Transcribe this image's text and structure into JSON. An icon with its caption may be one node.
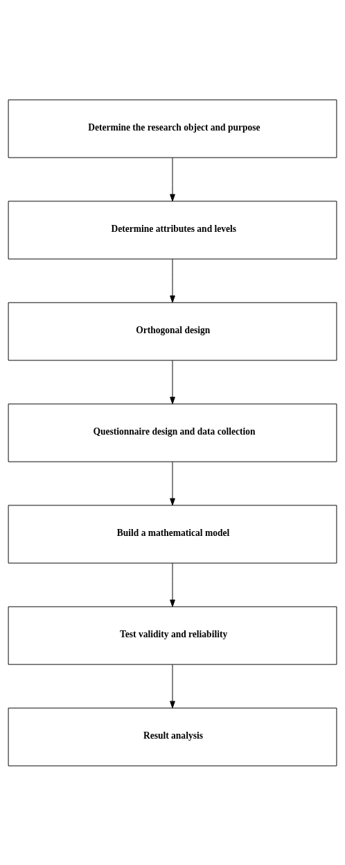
{
  "diagram": {
    "nodes": [
      {
        "text": [
          "Determine the research object and purpose"
        ]
      },
      {
        "text": [
          "Determine attributes and levels"
        ]
      },
      {
        "text": [
          "Orthogonal design"
        ]
      },
      {
        "text": [
          "Questionnaire design and data collection"
        ]
      },
      {
        "text": [
          "Build a mathematical model"
        ]
      },
      {
        "text": [
          "Test validity and reliability"
        ]
      },
      {
        "text": [
          "Result analysis"
        ]
      }
    ],
    "edges": [
      {
        "from": 0,
        "to": 1,
        "arrow": "to"
      },
      {
        "from": 1,
        "to": 2,
        "arrow": "to"
      },
      {
        "from": 2,
        "to": 3,
        "arrow": "to"
      },
      {
        "from": 3,
        "to": 4,
        "arrow": "to"
      },
      {
        "from": 4,
        "to": 5,
        "arrow": "to"
      },
      {
        "from": 5,
        "to": 6,
        "arrow": "to"
      }
    ]
  }
}
